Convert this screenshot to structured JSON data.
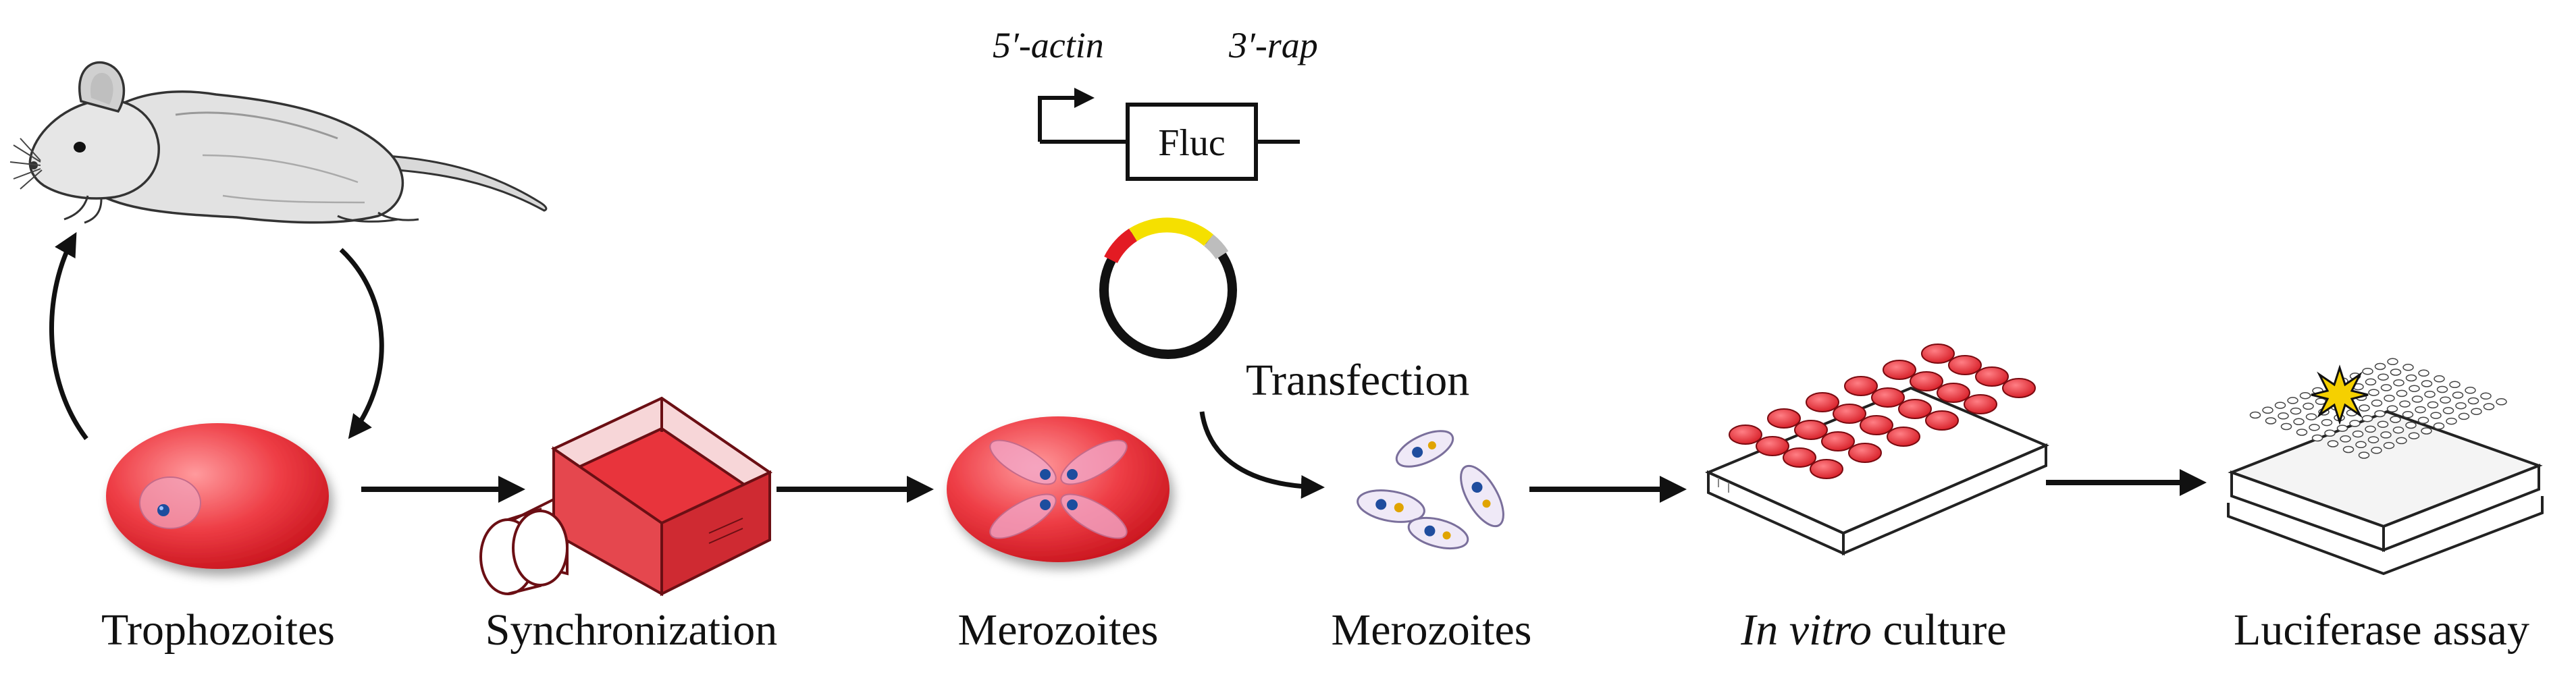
{
  "construct": {
    "promoter_label": "5′-actin",
    "terminator_label": "3′-rap",
    "gene_label": "Fluc"
  },
  "transfection_label": "Transfection",
  "stages": {
    "trophozoites": "Trophozoites",
    "synchronization": "Synchronization",
    "merozoites_1": "Merozoites",
    "merozoites_2": "Merozoites",
    "in_vitro_italic": "In vitro",
    "in_vitro_rest": " culture",
    "luciferase": "Luciferase assay"
  },
  "colors": {
    "rbc_red": "#e8343c",
    "rbc_light": "#ff8a8e",
    "plate_red": "#e8343c",
    "plasmid_red": "#e31b23",
    "plasmid_yellow": "#f5e000",
    "plasmid_gray": "#bdbdbd",
    "light_burst": "#f5d000",
    "ink": "#111111"
  },
  "icons": [
    "mouse-icon",
    "infected-rbc-icon",
    "culture-flask-icon",
    "plasmid-icon",
    "merozoite-icon",
    "well-plate-24-icon",
    "well-plate-96-icon",
    "light-burst-icon"
  ]
}
